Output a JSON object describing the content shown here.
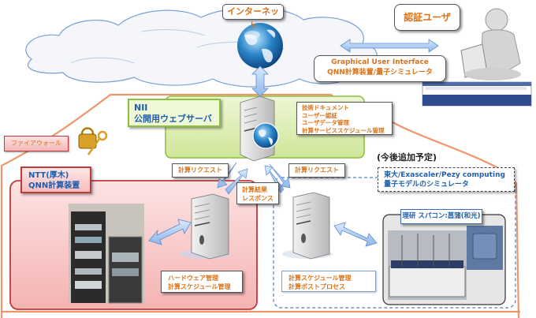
{
  "cloud": {
    "label": "インターネット"
  },
  "user": {
    "label": "認証ユーザ",
    "gui_line1": "Graphical User Interface",
    "gui_line2": "QNN計算装置/量子シミュレータ"
  },
  "nii": {
    "line1": "NII",
    "line2": "公開用ウェブサーバ",
    "features": [
      "技術ドキュメント",
      "ユーザー認証",
      "ユーザデータ管理",
      "計算サービススケジュール管理"
    ]
  },
  "firewall": {
    "label": "ファイアウォール"
  },
  "ntt": {
    "line1": "NTT(厚木)",
    "line2": "QNN計算装置",
    "features": [
      "ハードウェア管理",
      "計算スケジュール管理"
    ]
  },
  "requests": {
    "left": "計算リクエスト",
    "right": "計算リクエスト",
    "response_line1": "計算結果",
    "response_line2": "レスポンス"
  },
  "future": {
    "heading": "(今後追加予定)",
    "line1": "東大/Exascaler/Pezy computing",
    "line2": "量子モデルのシミュレータ",
    "riken": "理研 スパコン:菖蒲(和光)",
    "features": [
      "計算スケジュール管理",
      "計算ポストプロセス"
    ]
  },
  "colors": {
    "accent_orange": "#d9731a",
    "label_blue": "#1f5fb0",
    "firewall_line": "#f0956a",
    "nii_green": "#d8ecaa",
    "ntt_pink": "#f8c9c9",
    "ntt_border": "#c0393b"
  }
}
